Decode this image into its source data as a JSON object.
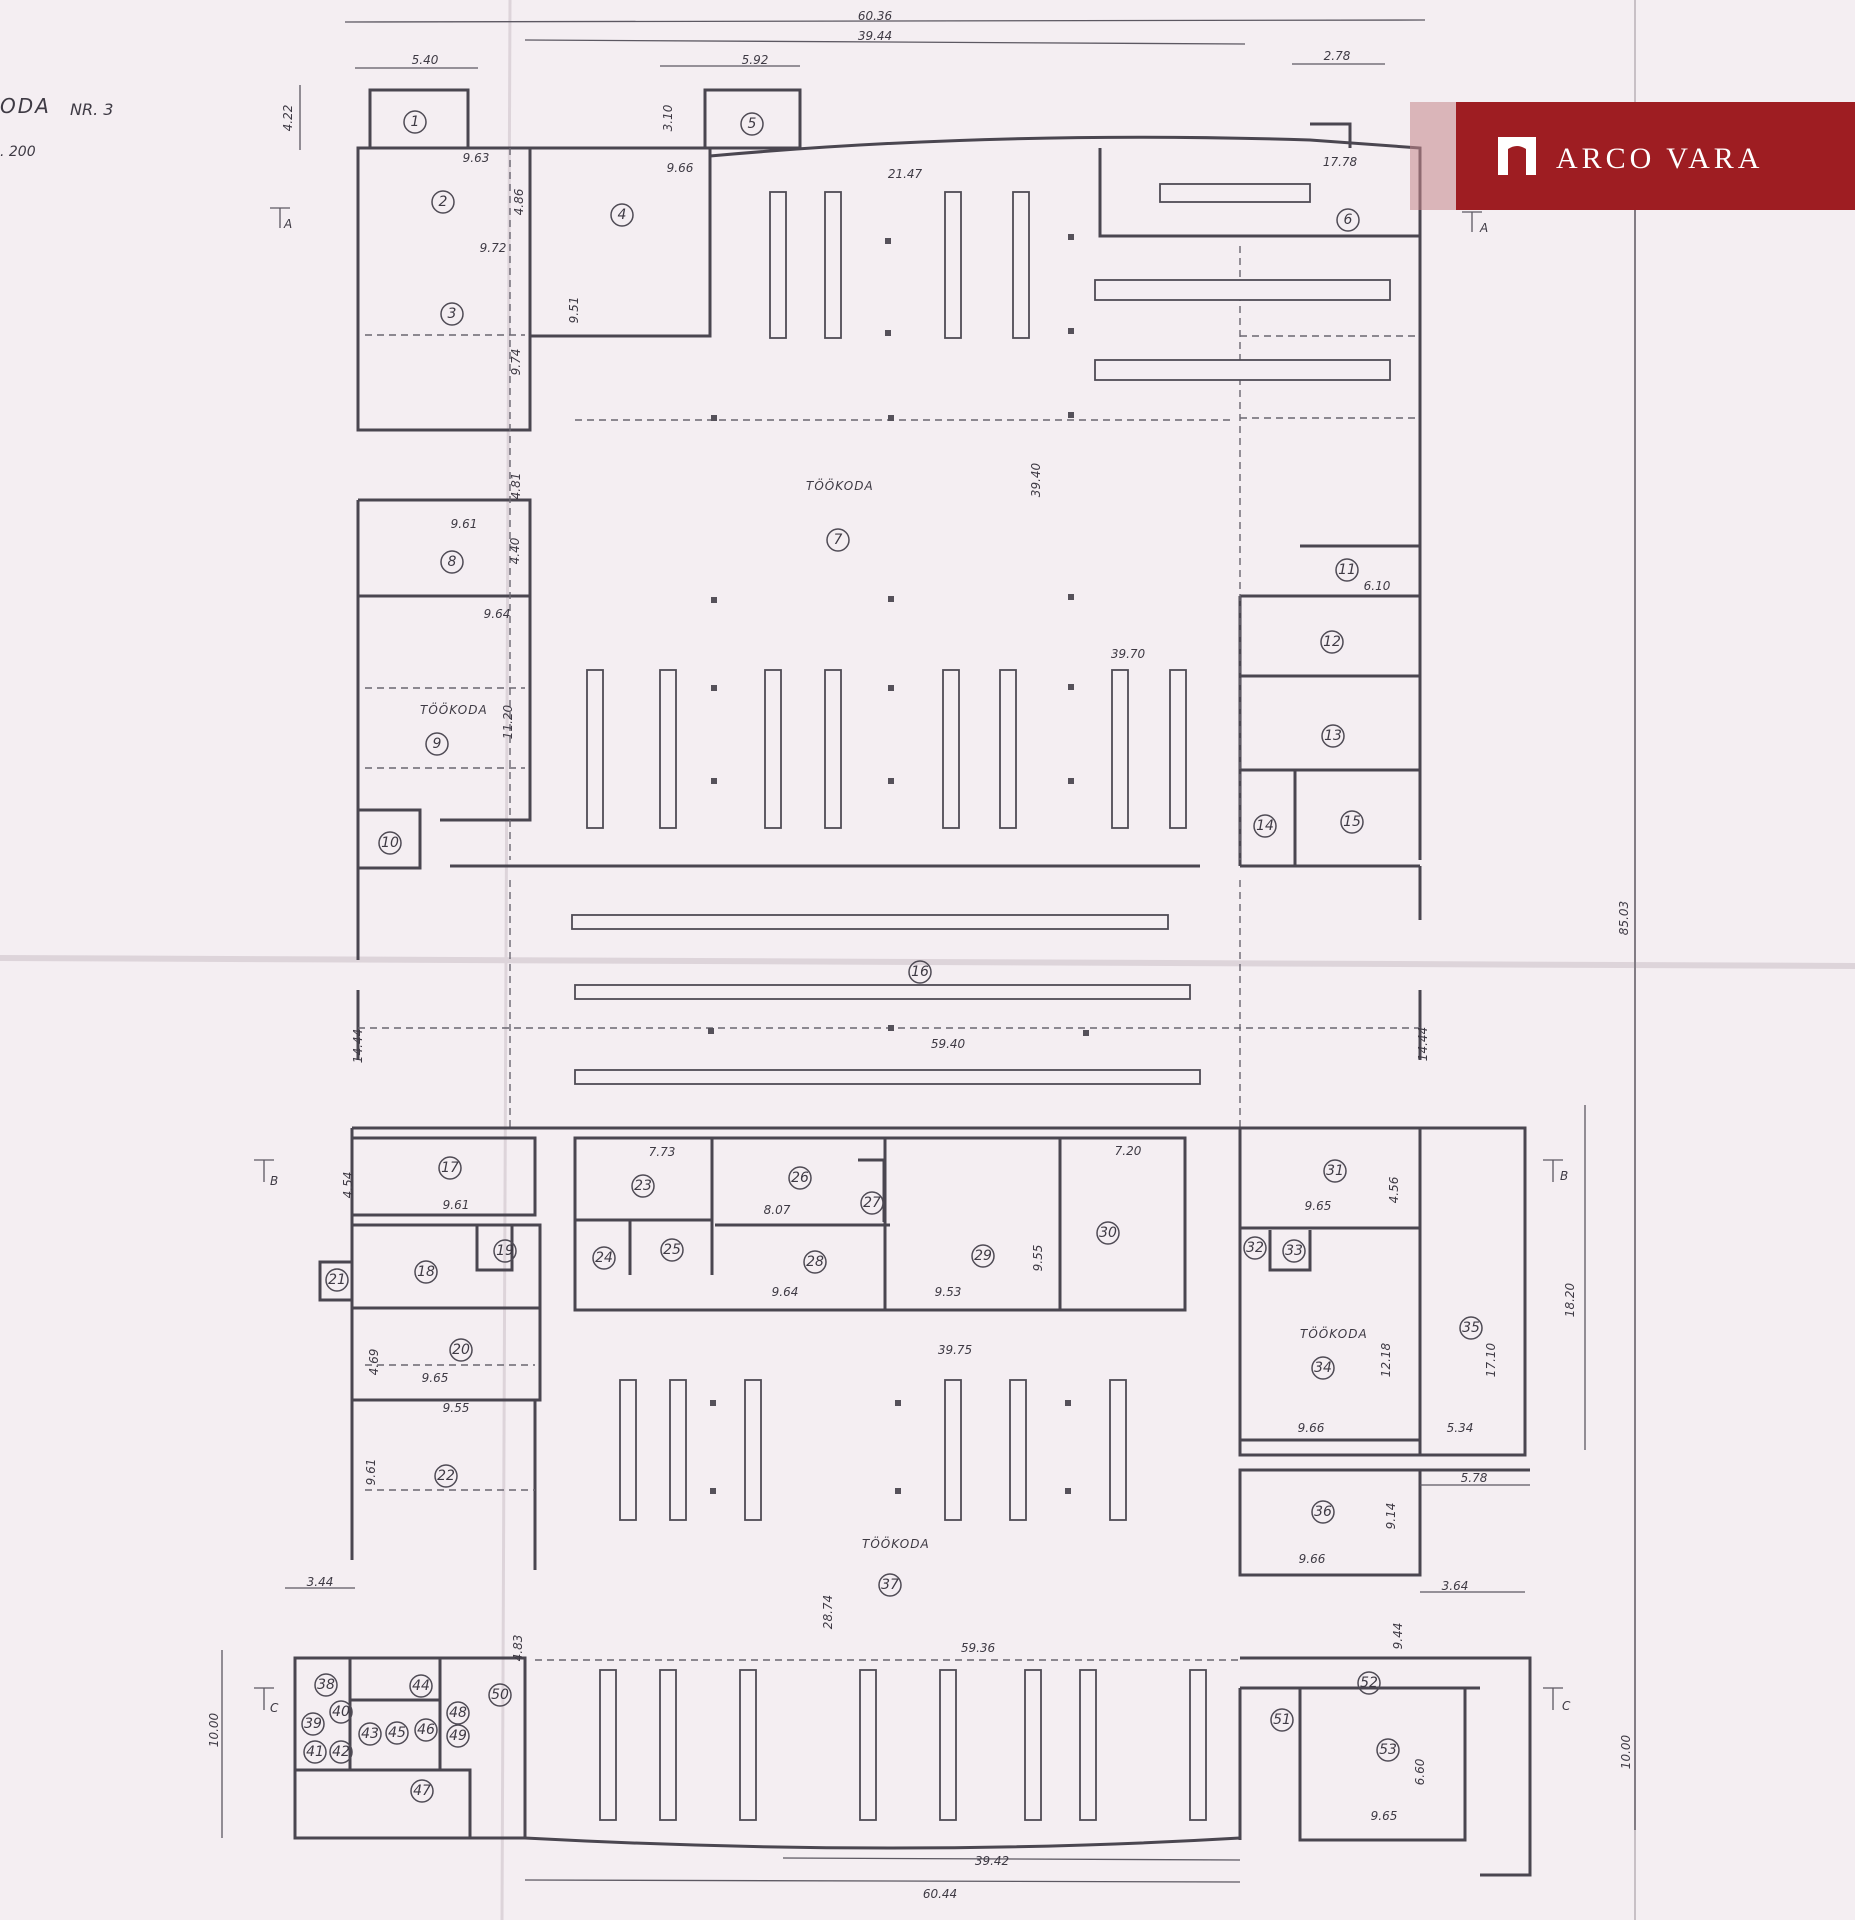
{
  "brand": {
    "name": "ARCO VARA",
    "color": "#9e1d22"
  },
  "drawing": {
    "title": "ODA",
    "number": "NR. 3",
    "scale": ". 200",
    "workshop_label": "TÖÖKODA"
  },
  "section_marks": [
    "A",
    "A",
    "B",
    "B",
    "C",
    "C"
  ],
  "dimensions": {
    "overall_top": "60.36",
    "inner_top": "39.44",
    "top_left": "5.40",
    "top_mid": "5.92",
    "top_right": "2.78",
    "wall_1": "4.22",
    "wall_5": "3.10",
    "r2": "9.63",
    "r4": "9.66",
    "main_top": "21.47",
    "r6": "17.78",
    "r3": "9.72",
    "r4_depth": "4.86",
    "r3b": "9.51",
    "r3c": "9.74",
    "main_height": "39.40",
    "r8_side": "4.81",
    "r8": "9.61",
    "r8b": "4.40",
    "r9": "9.64",
    "r9_side": "11.20",
    "main_width": "39.70",
    "r11": "6.10",
    "total_height": "85.03",
    "corr_width": "59.40",
    "corr_left": "14.44",
    "corr_right": "14.44",
    "r23": "7.73",
    "r28": "8.07",
    "r30": "7.20",
    "r17_side": "4.54",
    "r17": "9.61",
    "r31": "9.65",
    "r31_side": "4.56",
    "r34_h": "18.20",
    "r29_side": "9.55",
    "r28b": "9.64",
    "r29": "9.53",
    "hall_top": "39.75",
    "r20_side": "4.69",
    "r20": "9.65",
    "r22_top": "9.55",
    "r22_side": "9.61",
    "r34_side": "12.18",
    "r35_side": "17.10",
    "r34": "9.66",
    "r35": "5.34",
    "r36_top": "5.78",
    "r36_side": "9.14",
    "r36": "9.66",
    "bl": "3.44",
    "br": "3.64",
    "hall_h": "28.74",
    "bottom_hall": "59.36",
    "r50": "4.83",
    "r52": "9.44",
    "left_h": "10.00",
    "right_h": "10.00",
    "r53": "9.65",
    "r53_side": "6.60",
    "bottom_inner": "39.42",
    "bottom_overall": "60.44"
  },
  "rooms": [
    "1",
    "2",
    "3",
    "4",
    "5",
    "6",
    "7",
    "8",
    "9",
    "10",
    "11",
    "12",
    "13",
    "14",
    "15",
    "16",
    "17",
    "18",
    "19",
    "20",
    "21",
    "22",
    "23",
    "24",
    "25",
    "26",
    "27",
    "28",
    "29",
    "30",
    "31",
    "32",
    "33",
    "34",
    "35",
    "36",
    "37",
    "38",
    "39",
    "40",
    "41",
    "42",
    "43",
    "44",
    "45",
    "46",
    "47",
    "48",
    "49",
    "50",
    "51",
    "52",
    "53"
  ]
}
